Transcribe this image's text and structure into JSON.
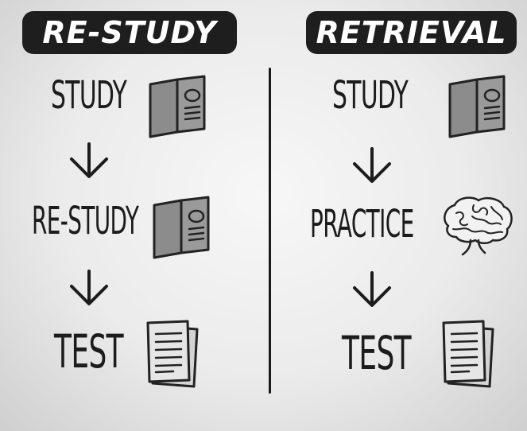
{
  "left_column": {
    "header": "RE-STUDY",
    "steps": [
      {
        "label": "STUDY",
        "icon": "book-icon"
      },
      {
        "label": "RE-STUDY",
        "icon": "book-icon"
      },
      {
        "label": "TEST",
        "icon": "document-icon"
      }
    ]
  },
  "right_column": {
    "header": "RETRIEVAL",
    "steps": [
      {
        "label": "STUDY",
        "icon": "book-icon"
      },
      {
        "label": "PRACTICE",
        "icon": "brain-icon"
      },
      {
        "label": "TEST",
        "icon": "document-icon"
      }
    ]
  },
  "colors": {
    "header_bg": "#1e1e1e",
    "header_text": "#ffffff",
    "ink": "#1c1c1c",
    "book_gray": "#8c8c8c",
    "background": "#ececec"
  }
}
